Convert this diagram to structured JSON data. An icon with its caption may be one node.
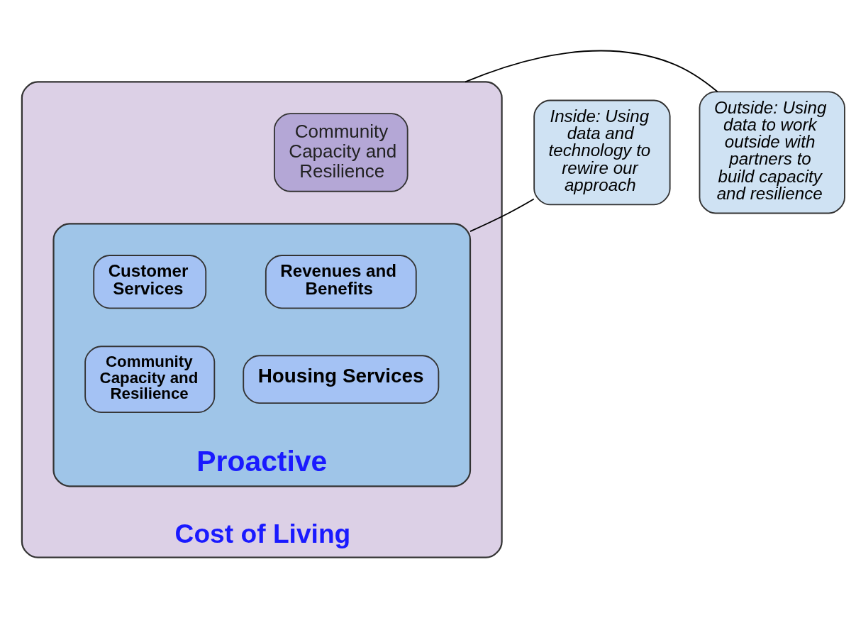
{
  "diagram": {
    "nodes": [
      {
        "text": [
          "Cost of Living"
        ]
      },
      {
        "text": [
          "Community Capacity and Resilience"
        ],
        "in": 0
      },
      {
        "text": [
          "Proactive"
        ],
        "in": 0
      },
      {
        "text": [
          "Revenues and Benefits"
        ],
        "in": 2
      },
      {
        "text": [
          "Customer Services"
        ],
        "in": 2
      },
      {
        "text": [
          "Housing Services"
        ],
        "in": 2
      },
      {
        "text": [
          "Community Capacity and Resilience"
        ],
        "in": 2
      },
      {
        "text": [
          "Outside: Using data to work outside with partners to build capacity and resilience"
        ]
      },
      {
        "text": [
          "Inside: Using data and technology to rewire our approach"
        ]
      }
    ],
    "edges": [
      {
        "from": 7,
        "to": 0,
        "arrow": "none"
      },
      {
        "from": 8,
        "to": 2,
        "arrow": "none"
      }
    ]
  }
}
